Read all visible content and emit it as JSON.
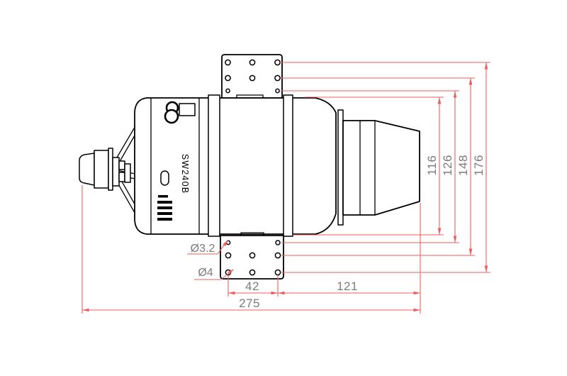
{
  "drawing": {
    "model_label": "SW240B",
    "dimensions": {
      "overall_length": "275",
      "rear_section_length": "121",
      "bracket_hole_spacing": "42",
      "casing_diameter": "116",
      "hole_span_inner": "126",
      "hole_span_middle": "148",
      "hole_span_outer": "176",
      "small_hole_diameter": "Ø3.2",
      "large_hole_diameter": "Ø4"
    },
    "colors": {
      "outline": "#000000",
      "dimension_line": "#f25c5c",
      "dimension_text": "#7b7b7b",
      "background": "#ffffff"
    }
  }
}
